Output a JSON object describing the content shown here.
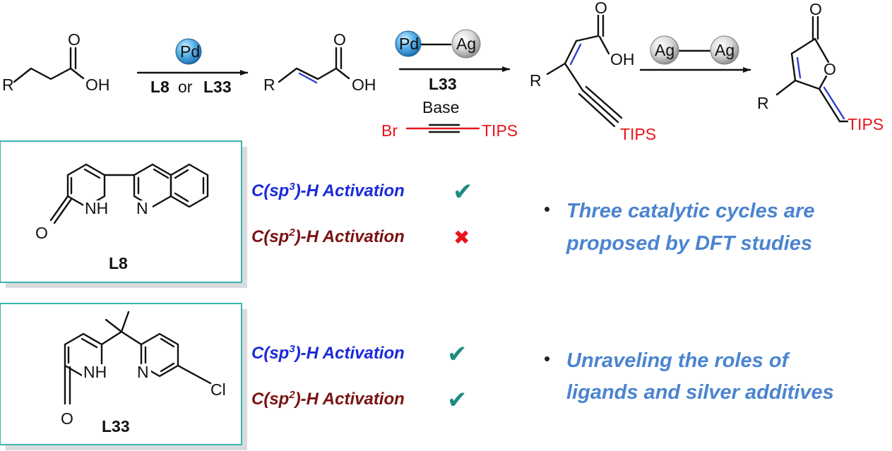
{
  "scheme": {
    "sm_R": "R",
    "sm_O": "O",
    "sm_OH": "OH",
    "pd_label": "Pd",
    "ag_label": "Ag",
    "cond1_L8": "L8",
    "cond1_or": "or",
    "cond1_L33": "L33",
    "int1_R": "R",
    "int1_O": "O",
    "int1_OH": "OH",
    "cond2_L33": "L33",
    "cond2_base": "Base",
    "cond2_Br": "Br",
    "cond2_TIPS": "TIPS",
    "int2_O": "O",
    "int2_OH": "OH",
    "int2_R": "R",
    "int2_TIPS": "TIPS",
    "prod_O_top": "O",
    "prod_O_ring": "O",
    "prod_R": "R",
    "prod_TIPS": "TIPS"
  },
  "ligands": [
    {
      "name": "L8",
      "NH": "NH",
      "N": "N",
      "O": "O",
      "sp3": {
        "pre": "C(sp",
        "sup": "3",
        "post": ")-H Activation",
        "result": "✔"
      },
      "sp2": {
        "pre": "C(sp",
        "sup": "2",
        "post": ")-H Activation",
        "result": "✖"
      }
    },
    {
      "name": "L33",
      "NH": "NH",
      "N": "N",
      "O": "O",
      "Cl": "Cl",
      "sp3": {
        "pre": "C(sp",
        "sup": "3",
        "post": ")-H Activation",
        "result": "✔"
      },
      "sp2": {
        "pre": "C(sp",
        "sup": "2",
        "post": ")-H Activation",
        "result": "✔"
      }
    }
  ],
  "bullets": [
    {
      "mark": "•",
      "line1": "Three catalytic cycles are",
      "line2": "proposed by DFT studies"
    },
    {
      "mark": "•",
      "line1": "Unraveling the roles of",
      "line2": "ligands and silver additives"
    }
  ],
  "colors": {
    "panel_border": "#3fb3ad",
    "check": "#1d8b80",
    "cross": "#e8141b",
    "sp3_text": "#1a2ad8",
    "sp2_text": "#7a1212",
    "bullet_text": "#4b84cf",
    "red_text": "#e8141b"
  }
}
